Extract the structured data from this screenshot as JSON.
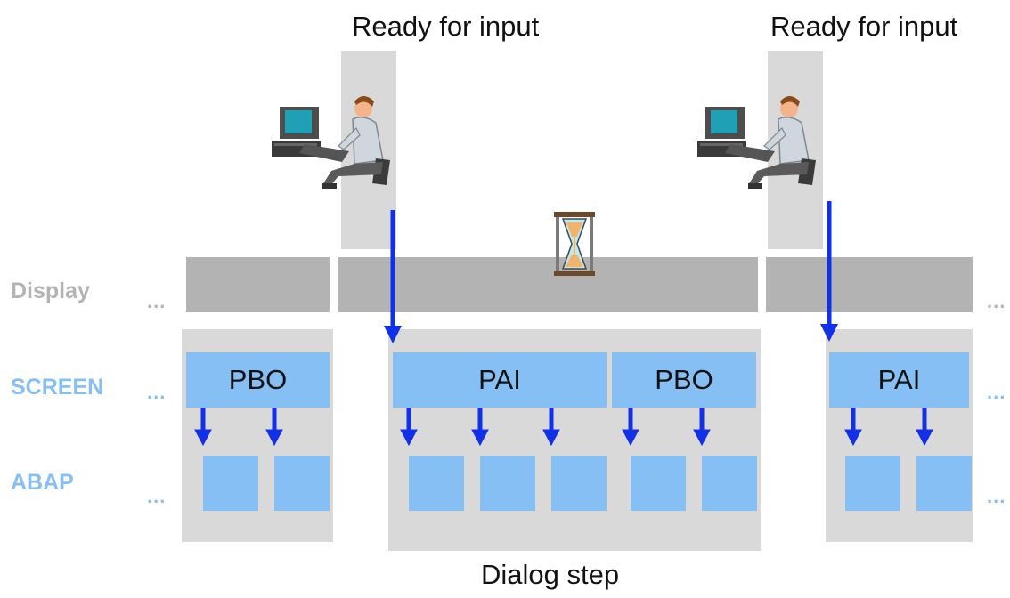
{
  "top_labels": {
    "left": "Ready for input",
    "right": "Ready for input"
  },
  "row_labels": {
    "display": "Display",
    "screen": "SCREEN",
    "abap": "ABAP"
  },
  "ellipsis": "...",
  "steps": {
    "first_pbo": "PBO",
    "middle_pai": "PAI",
    "middle_pbo": "PBO",
    "last_pai": "PAI"
  },
  "bottom_label": "Dialog step",
  "icons": {
    "user": "user-at-computer-icon",
    "waiting": "hourglass-icon"
  },
  "colors": {
    "screen_label": "#86bff4",
    "display_label": "#b3b3b3",
    "box_fill": "#86bff4",
    "arrow": "#1230e8",
    "panel": "#d9d9d9",
    "display_bar": "#b3b3b3"
  }
}
